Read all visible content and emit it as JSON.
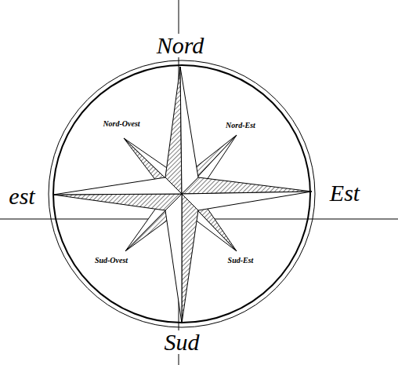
{
  "diagram": {
    "labels": [
      "Nord",
      "est",
      "Est",
      "Sud",
      "Nord-Ovest",
      "Nord-Est",
      "Sud-Ovest",
      "Sud-Est"
    ]
  }
}
